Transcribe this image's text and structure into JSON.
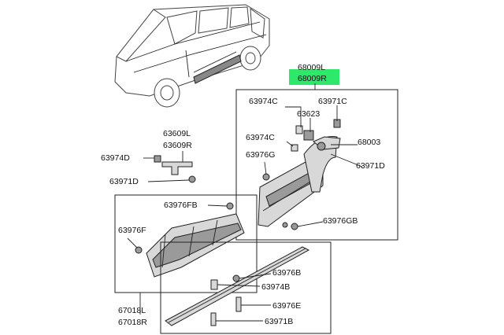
{
  "diagram": {
    "highlight_color": "#2ee86a",
    "labels": {
      "assy_l": "68009L",
      "assy_r": "68009R",
      "clip_63974c_top": "63974C",
      "clip_63971c": "63971C",
      "clip_63623": "63623",
      "clip_63974c_mid": "63974C",
      "part_68003": "68003",
      "clip_63976g": "63976G",
      "clip_63971d_right": "63971D",
      "clip_63976gb": "63976GB",
      "bracket_l": "63609L",
      "bracket_r": "63609R",
      "clip_63974d": "63974D",
      "clip_63971d_left": "63971D",
      "clip_63976fb": "63976FB",
      "clip_63976f": "63976F",
      "clip_63976b": "63976B",
      "clip_63974b": "63974B",
      "clip_63976e": "63976E",
      "clip_63971b": "63971B",
      "moulding_l": "67018L",
      "moulding_r": "67018R"
    }
  }
}
